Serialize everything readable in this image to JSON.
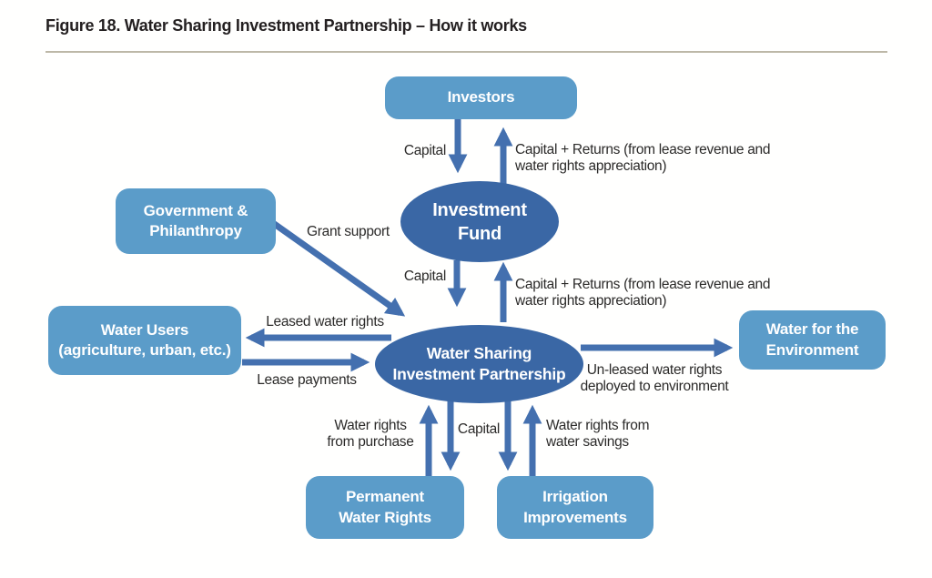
{
  "title": "Figure 18. Water Sharing Investment Partnership – How it works",
  "colors": {
    "box_fill": "#5b9cc9",
    "ellipse_fill": "#3a67a5",
    "arrow": "#4470af",
    "text": "#231f20",
    "rule": "#bdb8a8"
  },
  "nodes": {
    "investors": "Investors",
    "fund": "Investment\nFund",
    "government": "Government &\nPhilanthropy",
    "water_users": "Water Users\n(agriculture, urban, etc.)",
    "wsip": "Water Sharing\nInvestment Partnership",
    "environment": "Water for the\nEnvironment",
    "permanent": "Permanent\nWater Rights",
    "irrigation": "Irrigation\nImprovements"
  },
  "edge_labels": {
    "capital_to_fund": "Capital",
    "returns_to_investors": "Capital + Returns (from lease revenue and\nwater rights appreciation)",
    "grant_support": "Grant support",
    "capital_to_wsip": "Capital",
    "returns_to_fund": "Capital + Returns (from lease revenue and\nwater rights appreciation)",
    "leased_water_rights": "Leased water rights",
    "lease_payments": "Lease payments",
    "unleased_water_rights": "Un-leased water rights\ndeployed to environment",
    "water_rights_from_purchase": "Water rights\nfrom purchase",
    "capital_to_bottom": "Capital",
    "water_rights_from_savings": "Water rights from\nwater savings"
  }
}
